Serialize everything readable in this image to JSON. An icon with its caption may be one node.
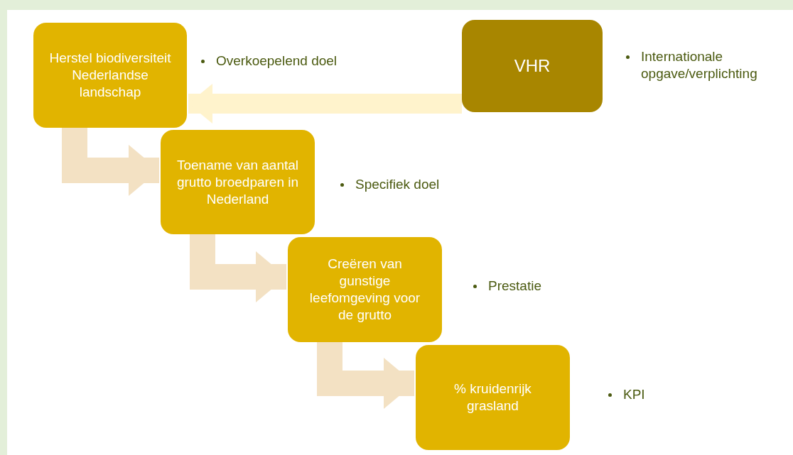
{
  "diagram": {
    "nodes": [
      {
        "text": [
          "Herstel biodiversiteit Nederlandse landschap"
        ],
        "beside": [
          "Overkoepelend doel"
        ]
      },
      {
        "text": [
          "VHR"
        ],
        "beside": [
          "Internationale opgave/verplichting"
        ]
      },
      {
        "text": [
          "Toename van aantal grutto broedparen in Nederland"
        ],
        "beside": [
          "Specifiek doel"
        ]
      },
      {
        "text": [
          "Creëren van gunstige leefomgeving voor de grutto"
        ],
        "beside": [
          "Prestatie"
        ]
      },
      {
        "text": [
          "% kruidenrijk grasland"
        ],
        "beside": [
          "KPI"
        ]
      }
    ],
    "edges": [
      {
        "from": 1,
        "to": 0,
        "arrow": "to",
        "color": "#fff3cc"
      },
      {
        "from": 0,
        "to": 2,
        "arrow": "to"
      },
      {
        "from": 2,
        "to": 3,
        "arrow": "to"
      },
      {
        "from": 3,
        "to": 4,
        "arrow": "to"
      }
    ]
  }
}
